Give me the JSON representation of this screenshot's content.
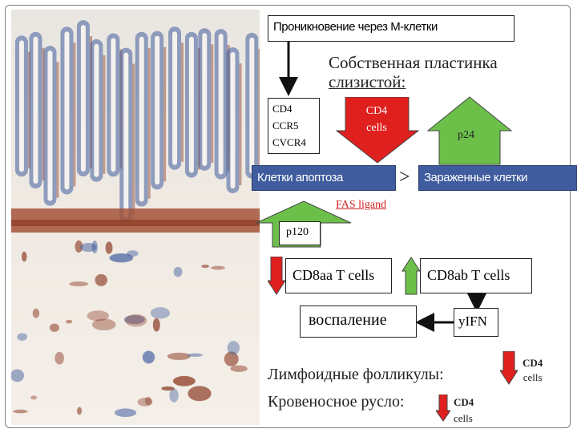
{
  "top_box": "Проникновение через М-клетки",
  "lamina_title_1": "Собственная пластинка",
  "lamina_title_2": "слизистой:",
  "receptors": [
    "CD4",
    "CCR5",
    "CVCR4"
  ],
  "cd4_cells_arrow": {
    "line1": "CD4",
    "line2": "cells"
  },
  "p24_label": "p24",
  "apoptosis_box": "Клетки апоптоза",
  "greater_sign": ">",
  "infected_box": "Зараженные клетки",
  "fas_ligand": "FAS ligand",
  "p120_label": "p120",
  "cd8aa": "CD8aa T cells",
  "cd8ab": "CD8ab T cells",
  "inflammation": "воспаление",
  "ifn": "yIFN",
  "follicles": "Лимфоидные фолликулы:",
  "blood": "Кровеносное русло:",
  "cd4_right": {
    "line1": "CD4",
    "line2": "cells"
  },
  "cd4_bottom": {
    "line1": "CD4",
    "line2": "cells"
  },
  "colors": {
    "red": "#e0201f",
    "green": "#6cc04a",
    "stain_brown": "#8b3a22",
    "stain_blue": "#3f5c9e"
  }
}
